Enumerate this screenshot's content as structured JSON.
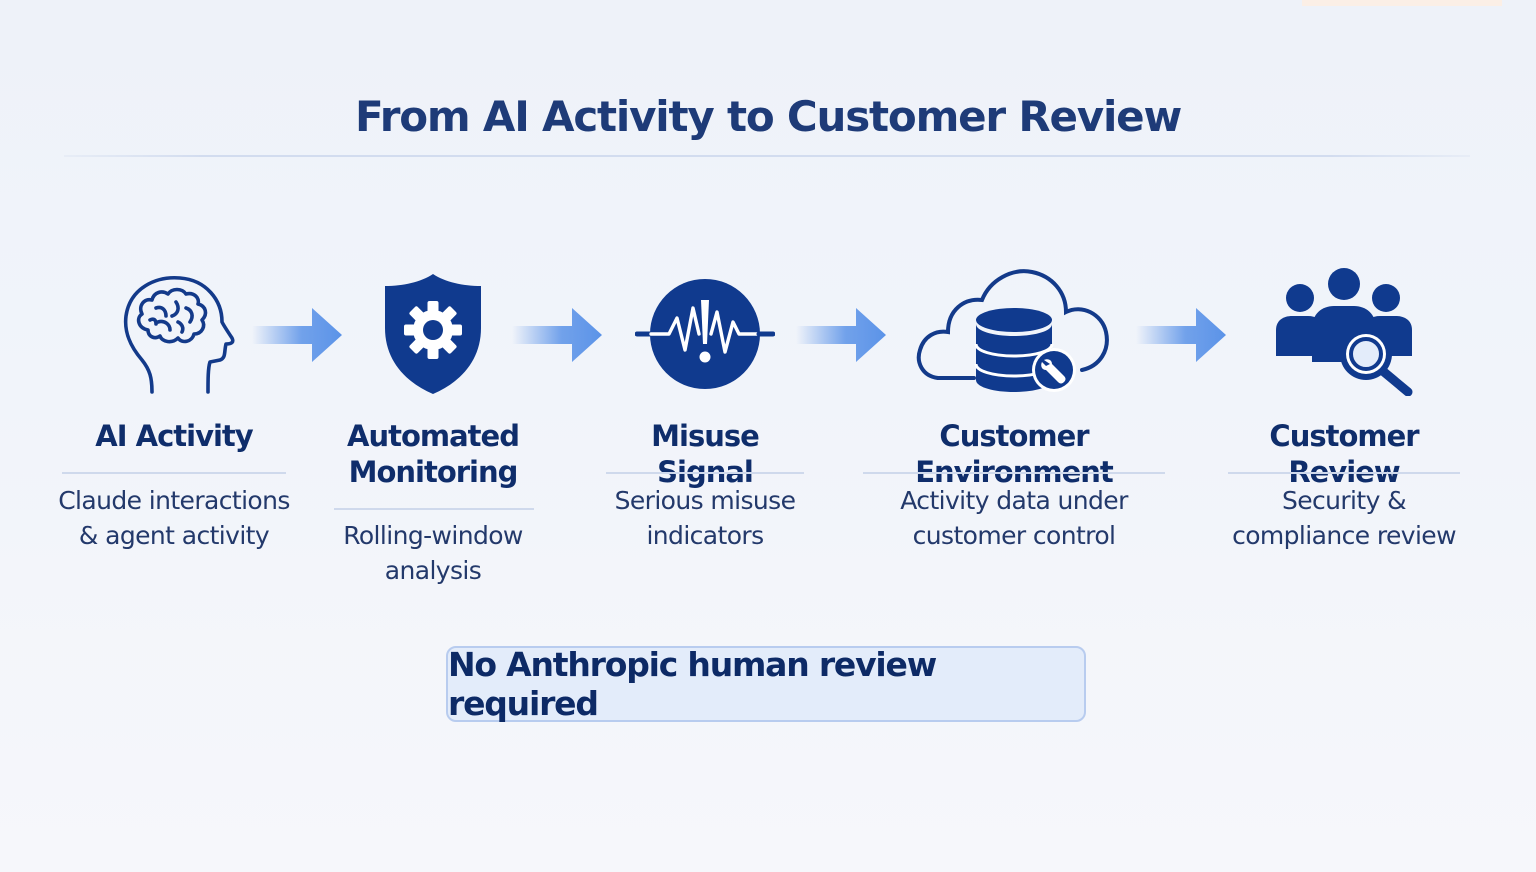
{
  "title": "From AI Activity to Customer Review",
  "colors": {
    "primary": "#0f3a8c",
    "icon_outline": "#133a8a",
    "arrow": "#5b93e8",
    "banner_bg": "#e3ecfa",
    "banner_border": "#b8ccef"
  },
  "steps": [
    {
      "title": "AI Activity",
      "description": [
        "Claude interactions",
        "& agent activity"
      ],
      "icon": "brain-head-icon"
    },
    {
      "title": "Automated Monitoring",
      "title_lines": [
        "Automated",
        "Monitoring"
      ],
      "description": [
        "Rolling-window",
        "analysis"
      ],
      "icon": "shield-gear-icon"
    },
    {
      "title": "Misuse Signal",
      "description": [
        "Serious misuse",
        "indicators"
      ],
      "icon": "alert-pulse-icon"
    },
    {
      "title": "Customer Environment",
      "description": [
        "Activity data under",
        "customer control"
      ],
      "icon": "cloud-database-icon"
    },
    {
      "title": "Customer Review",
      "description": [
        "Security &",
        "compliance review"
      ],
      "icon": "team-search-icon"
    }
  ],
  "banner": "No Anthropic human review required"
}
